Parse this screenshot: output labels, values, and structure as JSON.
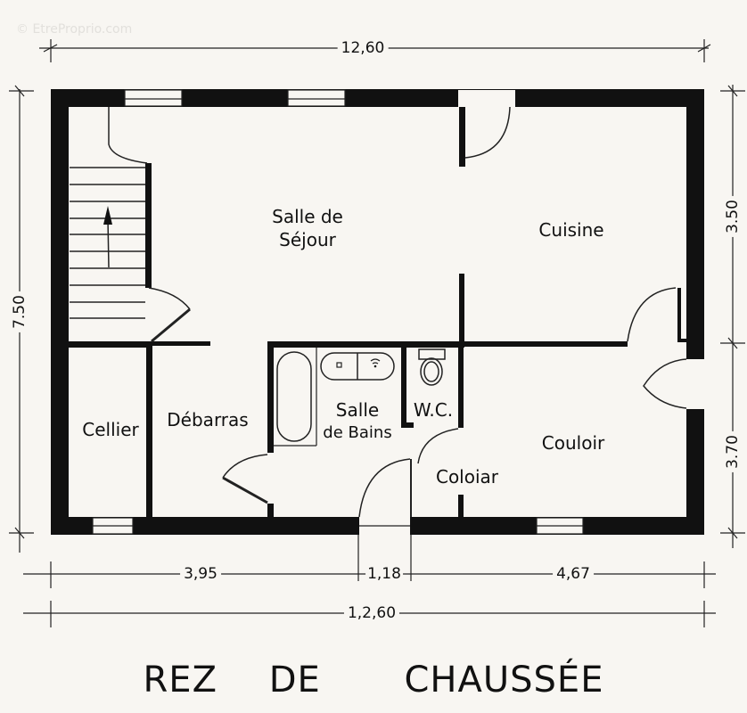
{
  "watermark": "© EtreProprio.com",
  "plan_title": {
    "w1": "REZ",
    "w2": "DE",
    "w3": "CHAUSSÉE"
  },
  "dimensions": {
    "top_total": "12,60",
    "left_total": "7.50",
    "right_upper": "3.50",
    "right_lower": "3.70",
    "bottom_seg1": "3,95",
    "bottom_seg2": "1,18",
    "bottom_seg3": "4,67",
    "bottom_total": "1,2,60"
  },
  "rooms": {
    "sejour_line1": "Salle de",
    "sejour_line2": "Séjour",
    "cuisine": "Cuisine",
    "cellier": "Cellier",
    "debarras": "Débarras",
    "bains_line1": "Salle",
    "bains_line2": "de Bains",
    "wc": "W.C.",
    "couloir": "Couloir",
    "coloiar": "Coloiar"
  },
  "colors": {
    "wall": "#111111",
    "background": "#f8f6f2",
    "line": "#222222"
  }
}
